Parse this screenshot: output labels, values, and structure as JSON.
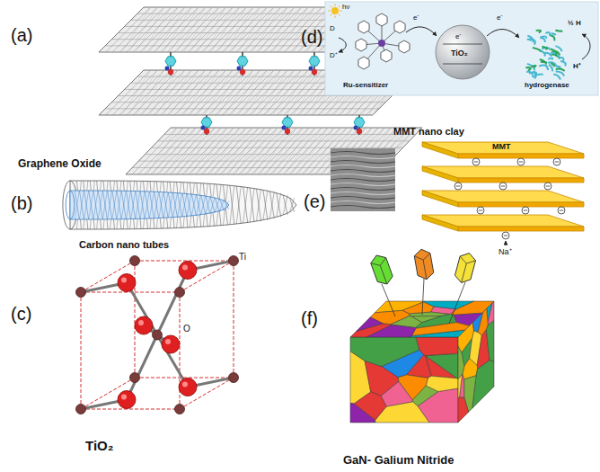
{
  "diagram": {
    "labels": [
      "(a)",
      "Graphene Oxide",
      "(b)",
      "Carbon nano tubes",
      "(c)",
      "O",
      "Ti",
      "TiO₂",
      "(d)",
      "hν",
      "D",
      "D⁺",
      "e⁻",
      "e⁻",
      "e⁻",
      "TiO₂",
      "Ru-sensitizer",
      "hydrogenase",
      "½ H",
      "H⁺",
      "MMT nano clay",
      "(e)",
      "MMT",
      "Na⁺",
      "(f)",
      "GaN- Galium Nitride"
    ]
  }
}
